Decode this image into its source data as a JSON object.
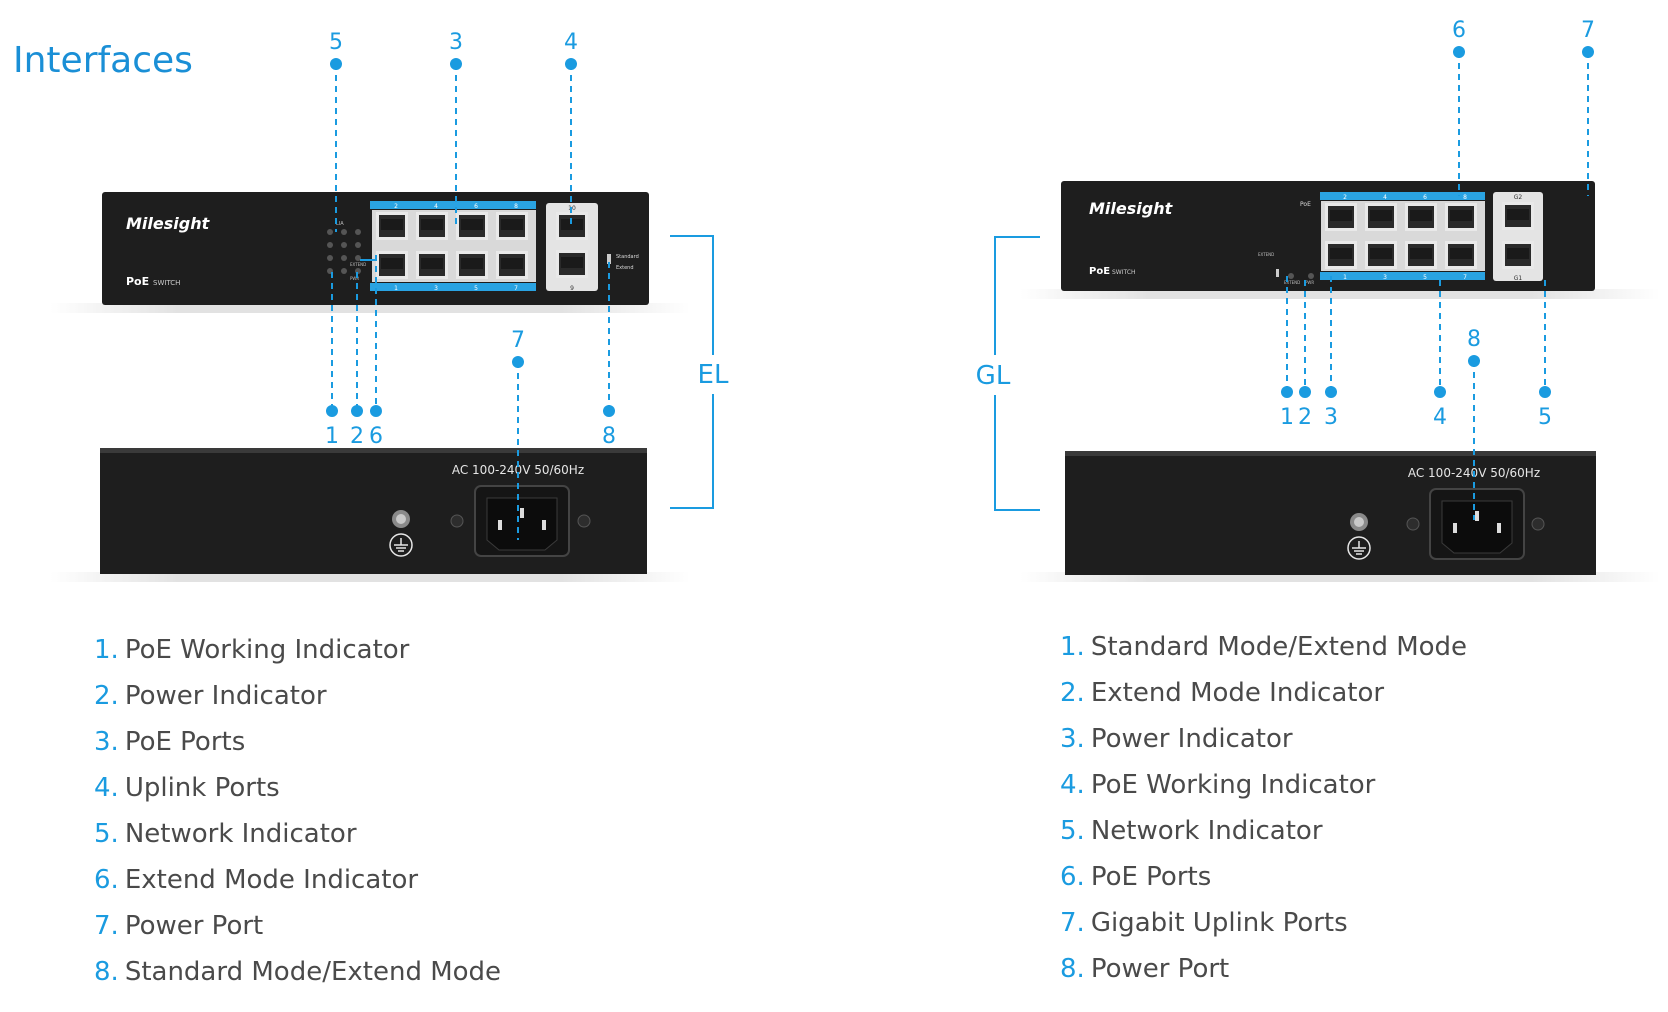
{
  "title": "Interfaces",
  "colors": {
    "accent": "#1a9be0",
    "device": "#1e1e1e",
    "port_band": "#2aa3e2",
    "text": "#4a4a4a"
  },
  "el": {
    "group_label": "EL",
    "brand": "Milesight",
    "model_label": "PoE",
    "model_sub": "SWITCH",
    "port_numbers_top": [
      "2",
      "4",
      "6",
      "8"
    ],
    "port_numbers_bottom": [
      "1",
      "3",
      "5",
      "7"
    ],
    "uplink_top": "10",
    "uplink_bottom": "9",
    "led_tag_top": "LIA",
    "led_tag_bottom": "PWR",
    "led_tag_extend": "EXTEND",
    "mode_standard": "Standard",
    "mode_extend": "Extend",
    "power_spec": "AC 100-240V 50/60Hz",
    "callouts": {
      "c1": "1",
      "c2": "2",
      "c3": "3",
      "c4": "4",
      "c5": "5",
      "c6": "6",
      "c7": "7",
      "c8": "8"
    },
    "legend": [
      {
        "num": "1.",
        "text": "PoE Working Indicator"
      },
      {
        "num": "2.",
        "text": "Power Indicator"
      },
      {
        "num": "3.",
        "text": "PoE Ports"
      },
      {
        "num": "4.",
        "text": "Uplink Ports"
      },
      {
        "num": "5.",
        "text": "Network Indicator"
      },
      {
        "num": "6.",
        "text": "Extend Mode Indicator"
      },
      {
        "num": "7.",
        "text": "Power Port"
      },
      {
        "num": "8.",
        "text": "Standard Mode/Extend Mode"
      }
    ]
  },
  "gl": {
    "group_label": "GL",
    "brand": "Milesight",
    "model_label": "PoE",
    "model_sub": "SWITCH",
    "port_numbers_top": [
      "2",
      "4",
      "6",
      "8"
    ],
    "port_numbers_bottom": [
      "1",
      "3",
      "5",
      "7"
    ],
    "uplink_top": "G2",
    "uplink_bottom": "G1",
    "poe_tag": "PoE",
    "pwr_tag": "PWR",
    "extend_tag": "EXTEND",
    "power_spec": "AC 100-240V 50/60Hz",
    "callouts": {
      "c1": "1",
      "c2": "2",
      "c3": "3",
      "c4": "4",
      "c5": "5",
      "c6": "6",
      "c7": "7",
      "c8": "8"
    },
    "legend": [
      {
        "num": "1.",
        "text": "Standard Mode/Extend Mode"
      },
      {
        "num": "2.",
        "text": "Extend Mode Indicator"
      },
      {
        "num": "3.",
        "text": "Power Indicator"
      },
      {
        "num": "4.",
        "text": "PoE Working Indicator"
      },
      {
        "num": "5.",
        "text": "Network Indicator"
      },
      {
        "num": "6.",
        "text": "PoE Ports"
      },
      {
        "num": "7.",
        "text": "Gigabit Uplink Ports"
      },
      {
        "num": "8.",
        "text": "Power Port"
      }
    ]
  }
}
